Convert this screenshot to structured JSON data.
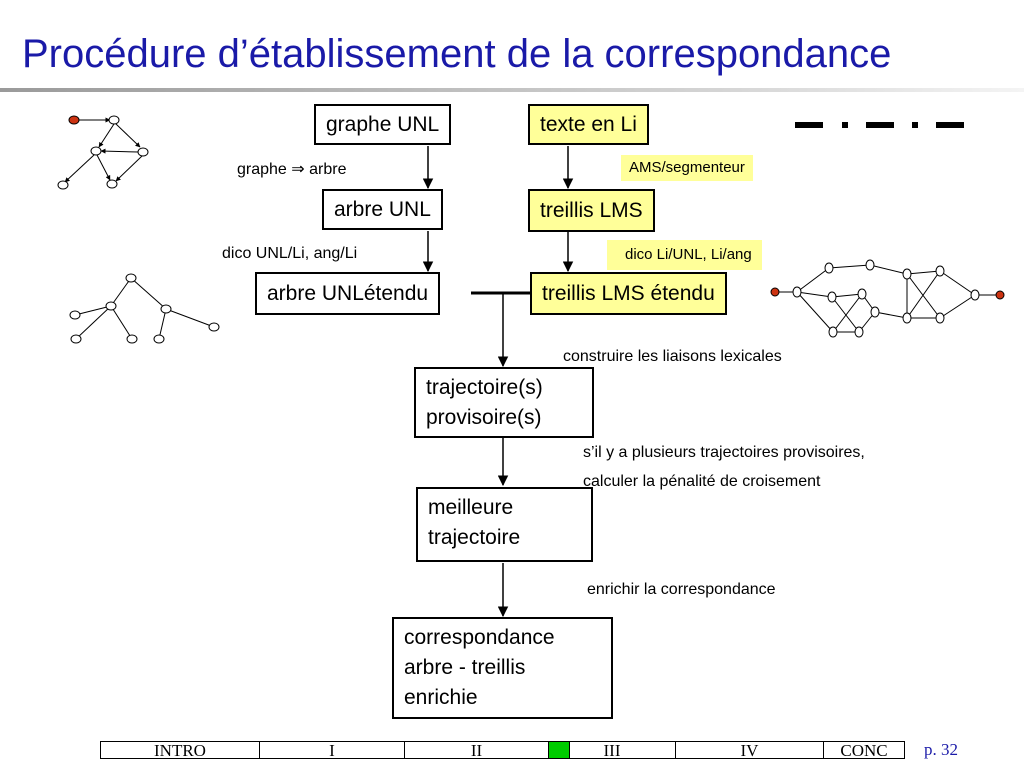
{
  "title": "Procédure d’établissement de la correspondance",
  "boxes": {
    "graphe_unl": "graphe UNL",
    "texte_en_li": "texte en Li",
    "arbre_unl": "arbre UNL",
    "treillis_lms": "treillis LMS",
    "arbre_unl_etendu": "arbre UNLétendu",
    "treillis_lms_etendu": "treillis LMS étendu",
    "trajectoire": [
      "trajectoire(s)",
      "provisoire(s)"
    ],
    "meilleure": [
      "meilleure",
      "trajectoire"
    ],
    "correspondance": [
      "correspondance",
      "arbre - treillis",
      "enrichie"
    ]
  },
  "tags": {
    "ams": "AMS/segmenteur",
    "dico_li": "dico Li/UNL, Li/ang"
  },
  "notes": {
    "graphe_arbre_left": "graphe",
    "graphe_arbre_right": "arbre",
    "dico_unl": "dico UNL/Li, ang/Li",
    "construire": "construire les liaisons lexicales",
    "plusieurs_1": "s’il y a plusieurs trajectoires provisoires,",
    "plusieurs_2": "calculer la pénalité de croisement",
    "enrichir": "enrichir la correspondance"
  },
  "symbols": {
    "implies": "⇒"
  },
  "nav": {
    "items": [
      "INTRO",
      "I",
      "II",
      "III",
      "IV",
      "CONC"
    ],
    "current": "III",
    "current_color": "#00cc00"
  },
  "page_label": "p. 32",
  "colors": {
    "title": "#1a1aa8",
    "highlight": "#ffff99",
    "node_red": "#cc3311"
  }
}
